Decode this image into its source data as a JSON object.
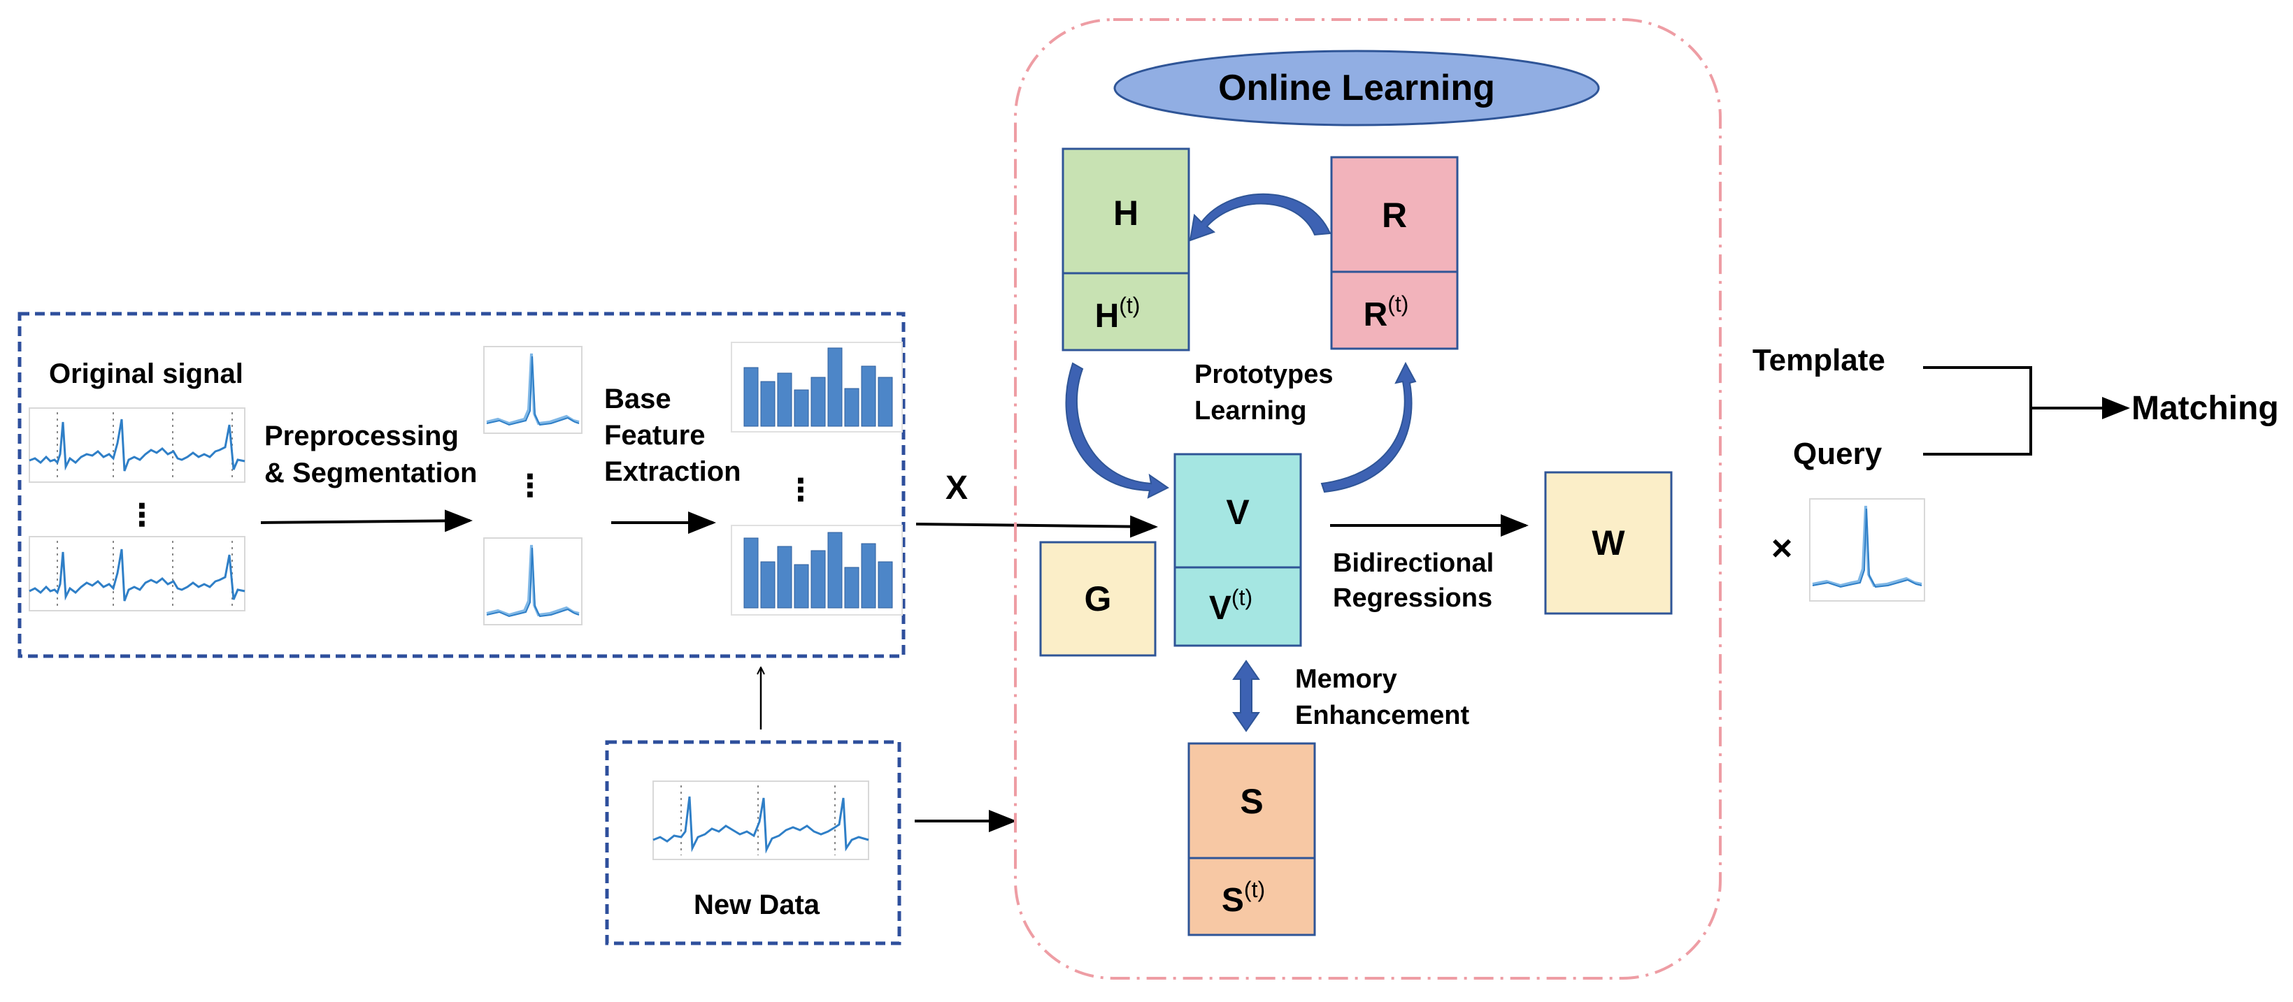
{
  "pipeline": {
    "original_signal_label": "Original signal",
    "preprocessing_line1": "Preprocessing",
    "preprocessing_line2": "& Segmentation",
    "base_feature_line1": "Base",
    "base_feature_line2": "Feature",
    "base_feature_line3": "Extraction",
    "x_label": "X",
    "ellipsis": "⋮"
  },
  "new_data": {
    "label": "New Data"
  },
  "online_learning": {
    "title": "Online Learning",
    "prototypes_line1": "Prototypes",
    "prototypes_line2": "Learning",
    "bidirectional_line1": "Bidirectional",
    "bidirectional_line2": "Regressions",
    "memory_line1": "Memory",
    "memory_line2": "Enhancement",
    "boxes": {
      "h": {
        "top": "H",
        "bottom_base": "H",
        "superscript": "(t)"
      },
      "r": {
        "top": "R",
        "bottom_base": "R",
        "superscript": "(t)"
      },
      "v": {
        "top": "V",
        "bottom_base": "V",
        "superscript": "(t)"
      },
      "s": {
        "top": "S",
        "bottom_base": "S",
        "superscript": "(t)"
      },
      "g": {
        "label": "G"
      },
      "w": {
        "label": "W"
      }
    }
  },
  "matching": {
    "template_label": "Template",
    "query_label": "Query",
    "matching_label": "Matching",
    "times_symbol": "×"
  },
  "colors": {
    "dashed_box": "#2e4f9c",
    "online_border": "#ee9da4",
    "title_fill": "#91aee3",
    "h_fill": "#c8e2b3",
    "r_fill": "#f2b3bb",
    "v_fill": "#a5e6e2",
    "s_fill": "#f7c8a4",
    "gw_fill": "#fbeec8",
    "box_border": "#2f5597",
    "curve_arrow": "#3d62b3",
    "signal": "#2f7fc7",
    "bars": "#4d86c8"
  }
}
